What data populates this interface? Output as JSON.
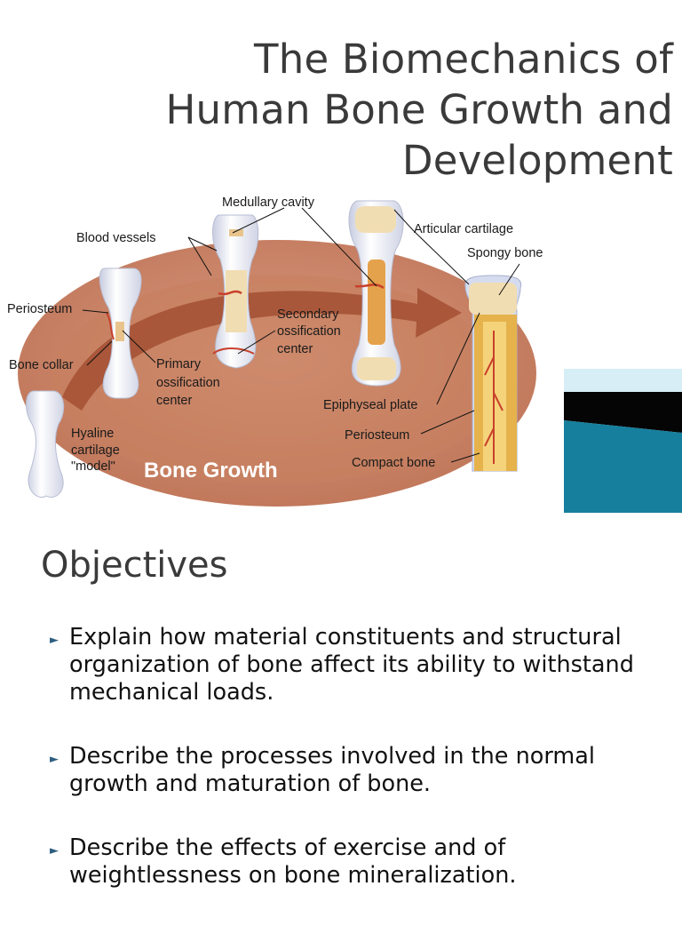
{
  "title": {
    "lines": [
      "The Biomechanics of",
      "Human Bone Growth and",
      "Development"
    ]
  },
  "diagram": {
    "caption": "Bone Growth",
    "labels": {
      "medullary_cavity": "Medullary cavity",
      "blood_vessels": "Blood vessels",
      "articular_cartilage": "Articular cartilage",
      "spongy_bone": "Spongy bone",
      "periosteum_left": "Periosteum",
      "secondary_ossification_1": "Secondary",
      "secondary_ossification_2": "ossification",
      "secondary_ossification_3": "center",
      "bone_collar": "Bone collar",
      "primary_ossification_1": "Primary",
      "primary_ossification_2": "ossification",
      "primary_ossification_3": "center",
      "epiphyseal_plate": "Epiphyseal plate",
      "hyaline_1": "Hyaline",
      "hyaline_2": "cartilage",
      "hyaline_3": "\"model\"",
      "periosteum_right": "Periosteum",
      "compact_bone": "Compact bone"
    },
    "colors": {
      "ellipse": "#c9836a",
      "ellipse_light": "#e8b59e",
      "arrow": "#a34f33",
      "bone": "#eef0f8",
      "spongy": "#f1ddb2",
      "compact": "#e5b24c",
      "vessel": "#c8402c"
    }
  },
  "decoration": {
    "colors": {
      "light": "#d7eef7",
      "dark": "#050505",
      "teal": "#167f9d"
    }
  },
  "objectives": {
    "heading": "Objectives",
    "items": [
      "Explain how material constituents and structural organization of bone affect its ability to withstand mechanical loads.",
      "Describe the processes involved in the normal growth and maturation of bone.",
      "Describe the effects of exercise and of weightlessness on bone mineralization."
    ]
  }
}
